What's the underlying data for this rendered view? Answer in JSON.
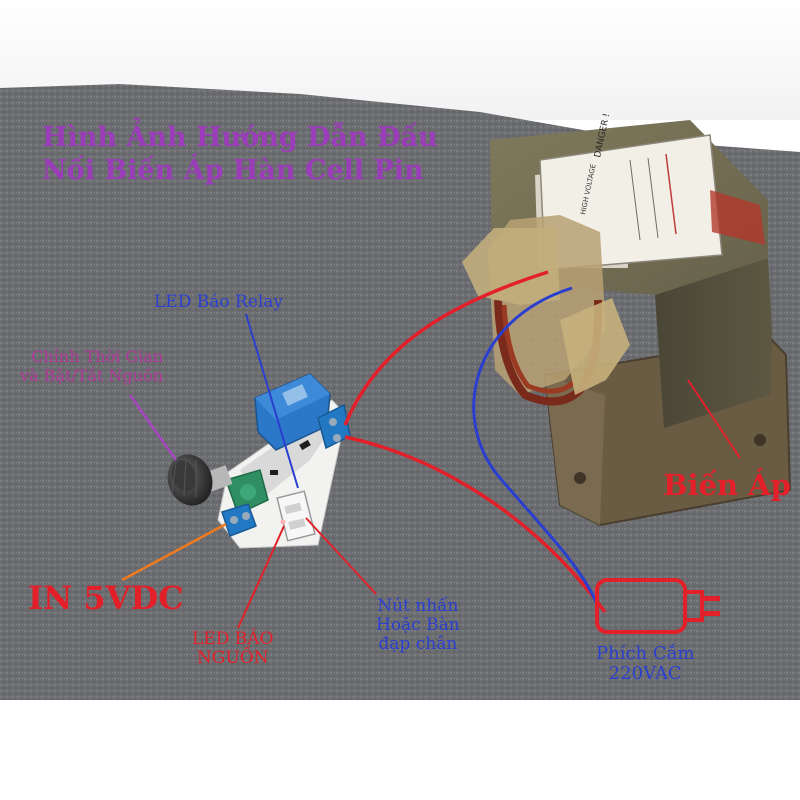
{
  "title": {
    "line1": "Hình Ảnh Hướng Dẫn Đấu",
    "line2": "Nối Biến Áp Hàn Cell Pin"
  },
  "labels": {
    "led_relay": "LED Báo Relay",
    "chinh_thoi_gian_1": "Chỉnh Thời Gian",
    "chinh_thoi_gian_2": "và Bật/Tắt Nguồn",
    "bien_ap": "Biến Áp",
    "in_5vdc": "IN 5VDC",
    "led_bao_nguon_1": "LED BÁO",
    "led_bao_nguon_2": "NGUỒN",
    "nut_nhan_1": "Nút nhấn",
    "nut_nhan_2": "Hoặc Bàn",
    "nut_nhan_3": "đạp chân",
    "phich_cam_1": "Phích Cắm",
    "phich_cam_2": "220VAC"
  },
  "transformer_plate": {
    "danger": "DANGER !",
    "high_voltage": "HIGH VOLTAGE"
  },
  "colors": {
    "title": "#9b3db8",
    "wire_red": "#e3202a",
    "wire_blue": "#2a3fcf",
    "pointer_orange": "#f07a1e",
    "pointer_violet": "#a546c0",
    "relay_blue": "#2b78c8",
    "terminal_green": "#2f8f63",
    "carpet": "#6d6e72"
  }
}
